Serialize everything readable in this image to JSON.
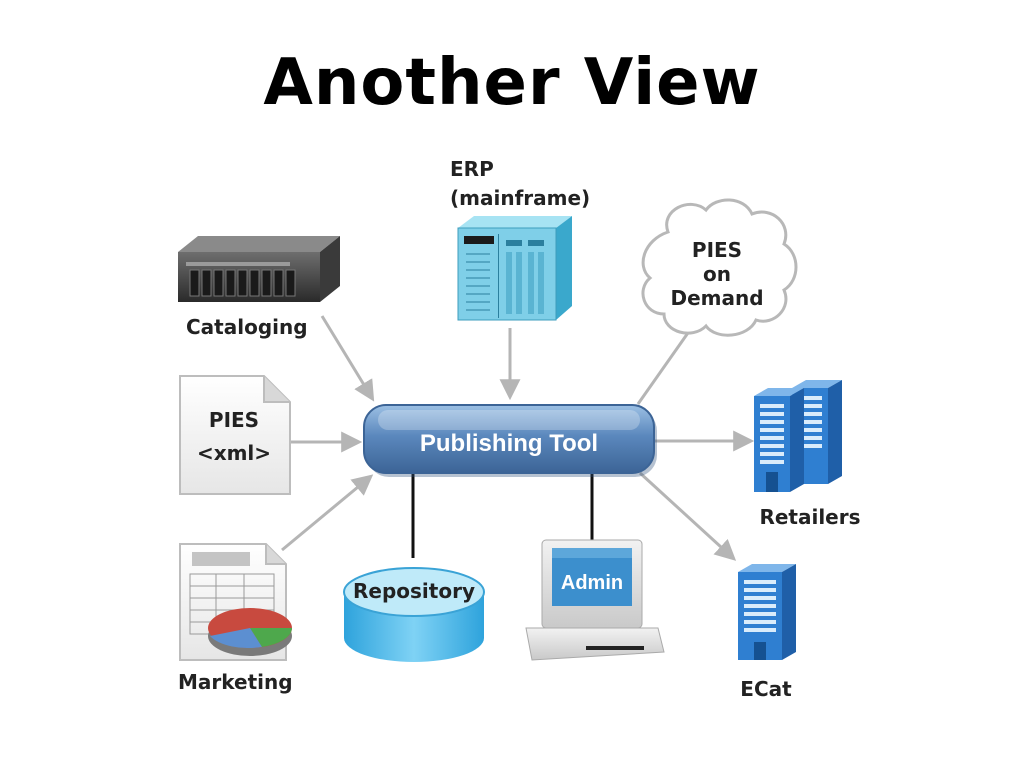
{
  "title": "Another View",
  "hub": {
    "label": "Publishing Tool"
  },
  "nodes": {
    "erp": {
      "line1": "ERP",
      "line2": "(mainframe)"
    },
    "cloud": {
      "line1": "PIES",
      "line2": "on",
      "line3": "Demand"
    },
    "cataloging": {
      "label": "Cataloging"
    },
    "pies_xml": {
      "line1": "PIES",
      "line2": "<xml>"
    },
    "marketing": {
      "label": "Marketing"
    },
    "repository": {
      "label": "Repository"
    },
    "admin": {
      "label": "Admin"
    },
    "retailers": {
      "label": "Retailers"
    },
    "ecat": {
      "label": "ECat"
    }
  },
  "colors": {
    "hub_fill": "#5b88bd",
    "building_blue": "#2f7fd1",
    "repository_blue": "#3fb2e6",
    "arrow_gray": "#b5b5b5"
  }
}
